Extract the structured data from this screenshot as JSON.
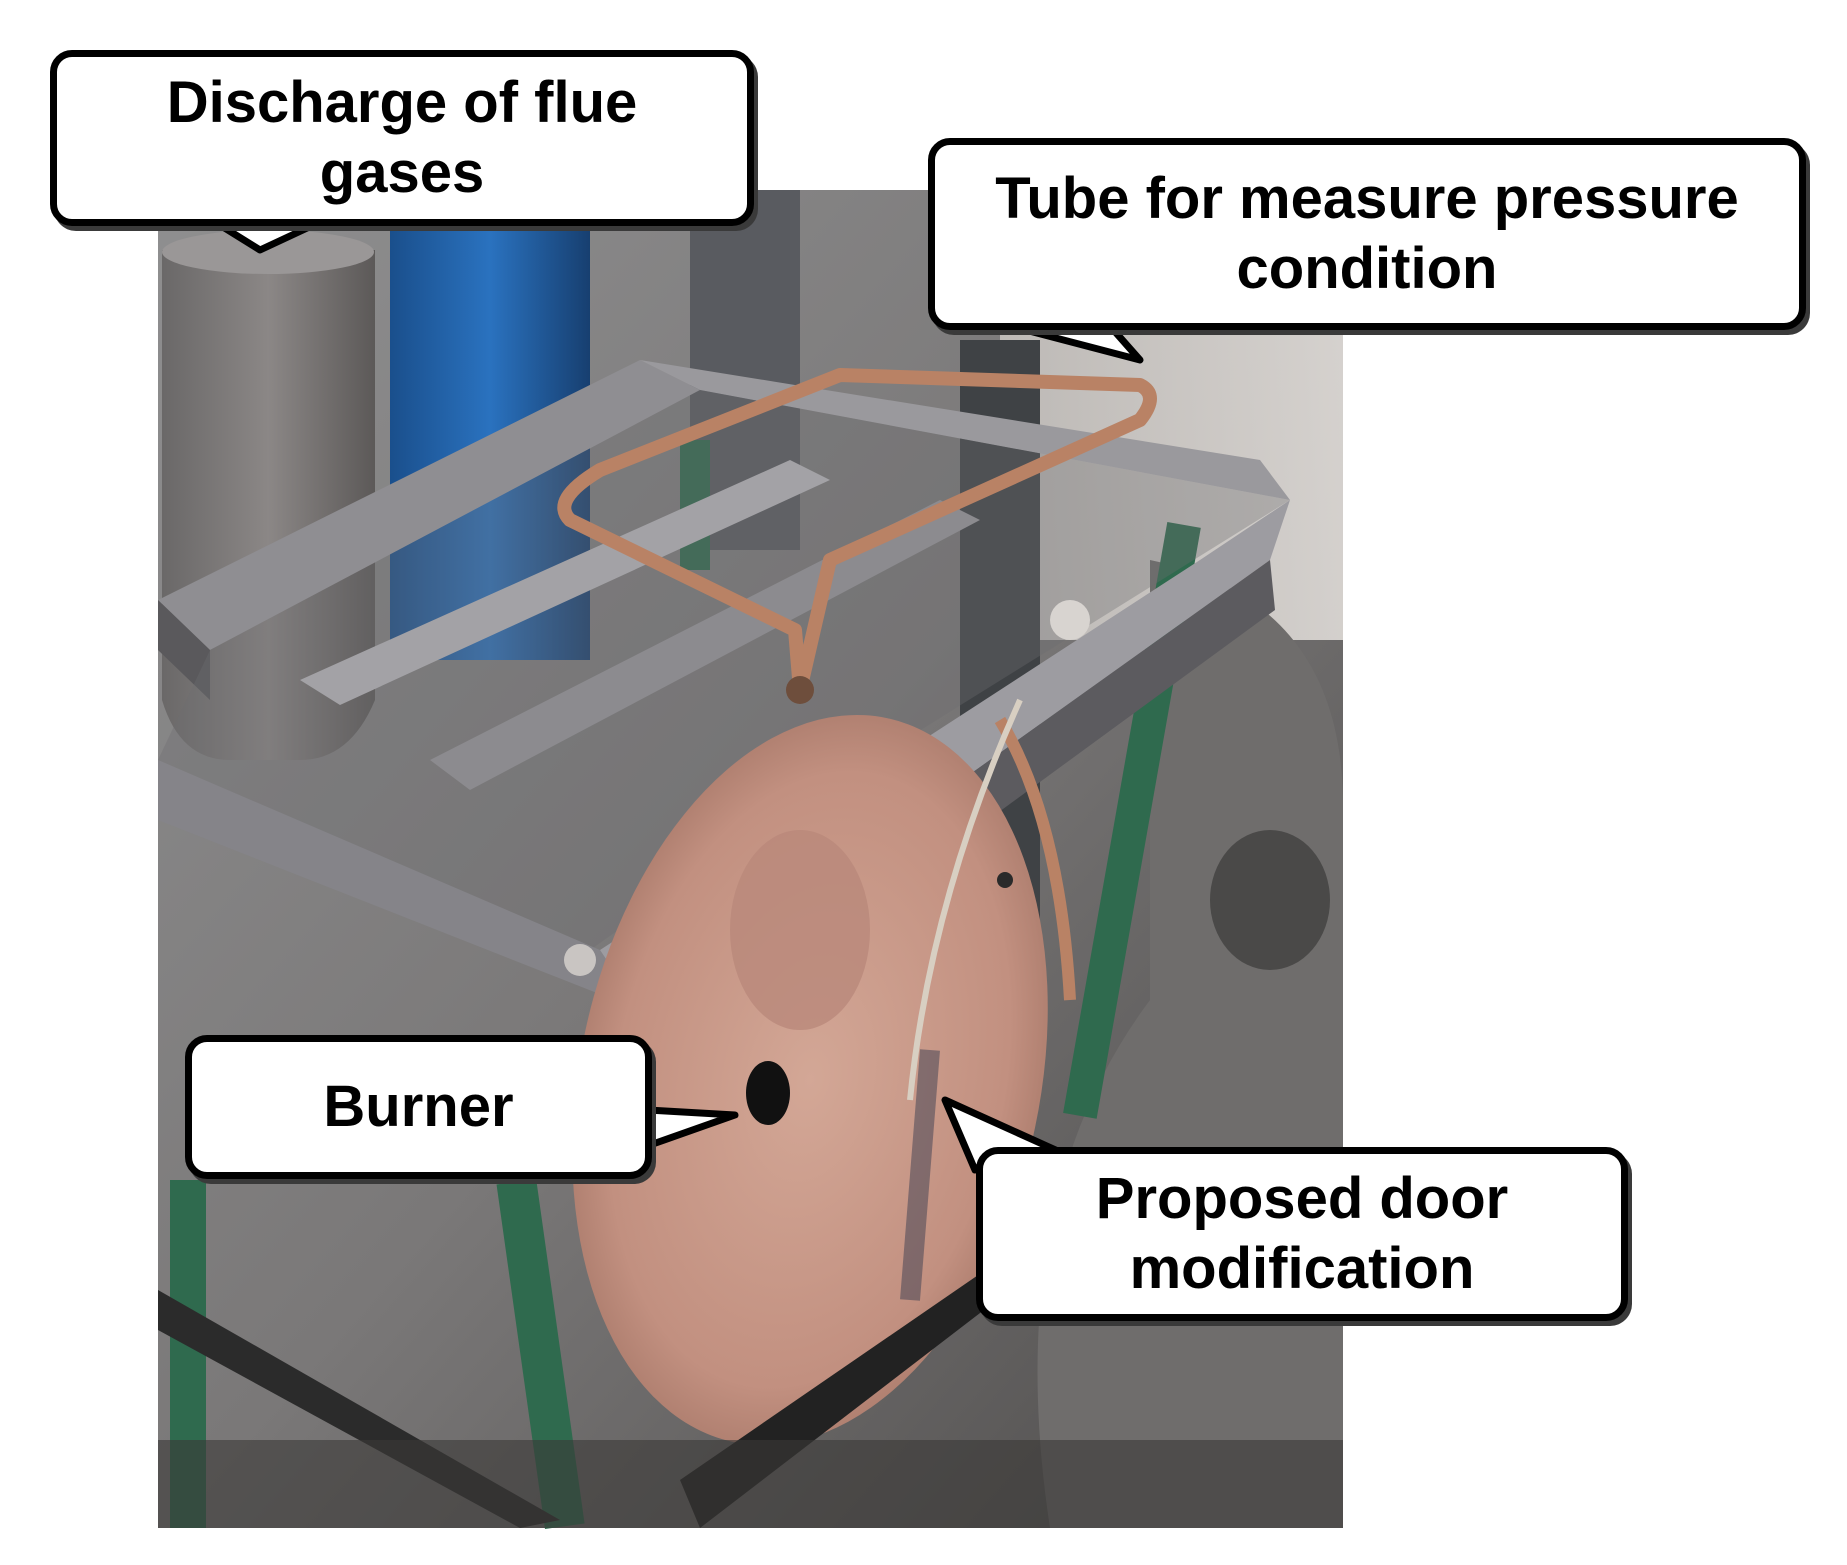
{
  "figure": {
    "photo_subject": "test rig burner and combustion chamber with steel frame",
    "callouts": {
      "flue_gases": "Discharge of flue gases",
      "pressure_tube": "Tube for measure pressure condition",
      "burner": "Burner",
      "door": "Proposed door modification"
    },
    "colors": {
      "frame_green": "#2f6a4e",
      "pipe_blue": "#1e5ea3",
      "door_rust": "#c79a88",
      "copper_tube": "#b98265",
      "callout_border": "#000000"
    }
  }
}
